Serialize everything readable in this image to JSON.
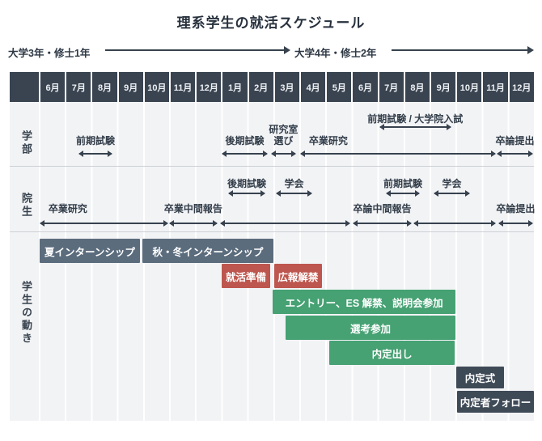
{
  "title": "理系学生の就活スケジュール",
  "timeline": {
    "left_label": "大学3年・修士1年",
    "right_label": "大学4年・修士2年"
  },
  "chart_data": {
    "type": "gantt",
    "months": [
      "6月",
      "7月",
      "8月",
      "9月",
      "10月",
      "11月",
      "12月",
      "1月",
      "2月",
      "3月",
      "4月",
      "5月",
      "6月",
      "7月",
      "8月",
      "9月",
      "10月",
      "11月",
      "12月"
    ],
    "row_labels": {
      "undergrad": "学部",
      "grad": "院生",
      "activity": "学生の動き"
    },
    "annotations": [
      {
        "row": "undergrad",
        "level": "main",
        "label": "前期試験",
        "start": 1.55,
        "end": 2.8
      },
      {
        "row": "undergrad",
        "level": "main",
        "label": "後期試験",
        "start": 7.05,
        "end": 8.76
      },
      {
        "row": "undergrad",
        "level": "main",
        "label": "研究室\n選び",
        "start": 8.94,
        "end": 9.84
      },
      {
        "row": "undergrad",
        "level": "main",
        "label": "卒業研究",
        "start": 10.06,
        "end": 17.52,
        "align": "left"
      },
      {
        "row": "undergrad",
        "level": "upper",
        "label": "前期試験 / 大学院入試",
        "start": 13.1,
        "end": 15.8
      },
      {
        "row": "undergrad",
        "level": "main",
        "label": "卒論提出",
        "start": 17.61,
        "end": 18.94
      },
      {
        "row": "grad",
        "level": "main",
        "label": "卒業研究",
        "start": 0.06,
        "end": 4.94,
        "align": "left"
      },
      {
        "row": "grad",
        "level": "main",
        "label": "卒業中間報告",
        "start": 5.03,
        "end": 6.83
      },
      {
        "row": "grad",
        "level": "main",
        "label": "",
        "start": 6.99,
        "end": 11.93
      },
      {
        "row": "grad",
        "level": "main",
        "label": "卒論中間報告",
        "start": 12.08,
        "end": 14.29
      },
      {
        "row": "grad",
        "level": "main",
        "label": "",
        "start": 14.41,
        "end": 17.52
      },
      {
        "row": "grad",
        "level": "main",
        "label": "卒論提出",
        "start": 17.67,
        "end": 18.94
      },
      {
        "row": "grad",
        "level": "upper",
        "label": "後期試験",
        "start": 7.3,
        "end": 8.66
      },
      {
        "row": "grad",
        "level": "upper",
        "label": "学会",
        "start": 9.13,
        "end": 10.47
      },
      {
        "row": "grad",
        "level": "upper",
        "label": "前期試験",
        "start": 13.35,
        "end": 14.6
      },
      {
        "row": "grad",
        "level": "upper",
        "label": "学会",
        "start": 15.19,
        "end": 16.52
      }
    ],
    "bars": [
      {
        "label": "夏インターンシップ",
        "start": 0.03,
        "end": 3.88,
        "color": "slate",
        "lane": 0
      },
      {
        "label": "秋・冬インターンシップ",
        "start": 3.98,
        "end": 9.0,
        "color": "slate",
        "lane": 0
      },
      {
        "label": "就活準備",
        "start": 7.02,
        "end": 8.88,
        "color": "red",
        "lane": 1
      },
      {
        "label": "広報解禁",
        "start": 9.03,
        "end": 10.87,
        "color": "red",
        "lane": 1
      },
      {
        "label": "エントリー、ES 解禁、説明会参加",
        "start": 8.98,
        "end": 16.0,
        "color": "green",
        "lane": 2
      },
      {
        "label": "選考参加",
        "start": 9.47,
        "end": 16.0,
        "color": "green",
        "lane": 3
      },
      {
        "label": "内定出し",
        "start": 11.15,
        "end": 15.97,
        "color": "green",
        "lane": 4
      },
      {
        "label": "内定式",
        "start": 16.03,
        "end": 17.85,
        "color": "dark",
        "lane": 5
      },
      {
        "label": "内定者フォロー",
        "start": 16.06,
        "end": 19.0,
        "color": "dark",
        "lane": 6
      }
    ]
  },
  "colors": {
    "slate": "#5b6c7d",
    "red": "#bd564e",
    "green": "#46a173",
    "dark": "#3f4a57",
    "header_bg": "#3a4451",
    "body_bg": "#f2f3f5",
    "ink": "#37424e"
  }
}
